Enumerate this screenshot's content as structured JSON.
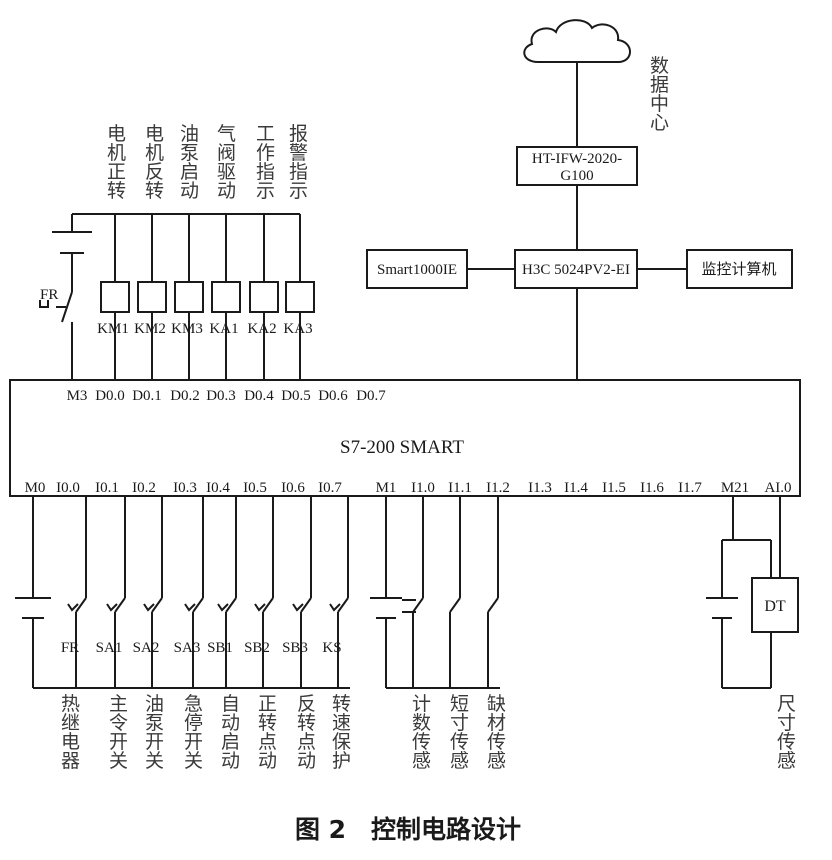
{
  "plc": {
    "name": "S7-200  SMART",
    "outputs": [
      "M3",
      "D0.0",
      "D0.1",
      "D0.2",
      "D0.3",
      "D0.4",
      "D0.5",
      "D0.6",
      "D0.7"
    ],
    "inputs_left": [
      "M0",
      "I0.0",
      "I0.1",
      "I0.2",
      "I0.3",
      "I0.4",
      "I0.5",
      "I0.6",
      "I0.7"
    ],
    "inputs_right": [
      "M1",
      "I1.0",
      "I1.1",
      "I1.2",
      "I1.3",
      "I1.4",
      "I1.5",
      "I1.6",
      "I1.7",
      "M21",
      "AI.0"
    ]
  },
  "network": {
    "cloud_label": "数据中心",
    "firewall": [
      "HT-IFW-2020-",
      "G100"
    ],
    "switch": "H3C 5024PV2-EI",
    "hmi": "Smart1000IE",
    "monitor": "监控计算机"
  },
  "outputs": {
    "fr_label": "FR",
    "coils": [
      "KM1",
      "KM2",
      "KM3",
      "KA1",
      "KA2",
      "KA3"
    ],
    "functions": [
      "电机正转",
      "电机反转",
      "油泵启动",
      "气阀驱动",
      "工作指示",
      "报警指示"
    ]
  },
  "inputs": {
    "switches": [
      "FR",
      "SA1",
      "SA2",
      "SA3",
      "SB1",
      "SB2",
      "SB3",
      "KS"
    ],
    "functions_left": [
      "热继电器",
      "主令开关",
      "油泵开关",
      "急停开关",
      "自动启动",
      "正转点动",
      "反转点动",
      "转速保护"
    ],
    "functions_right": [
      "计数传感",
      "短寸传感",
      "缺材传感"
    ],
    "dt_label": "DT",
    "analog_function": "尺寸传感"
  },
  "caption": "图 2　控制电路设计"
}
